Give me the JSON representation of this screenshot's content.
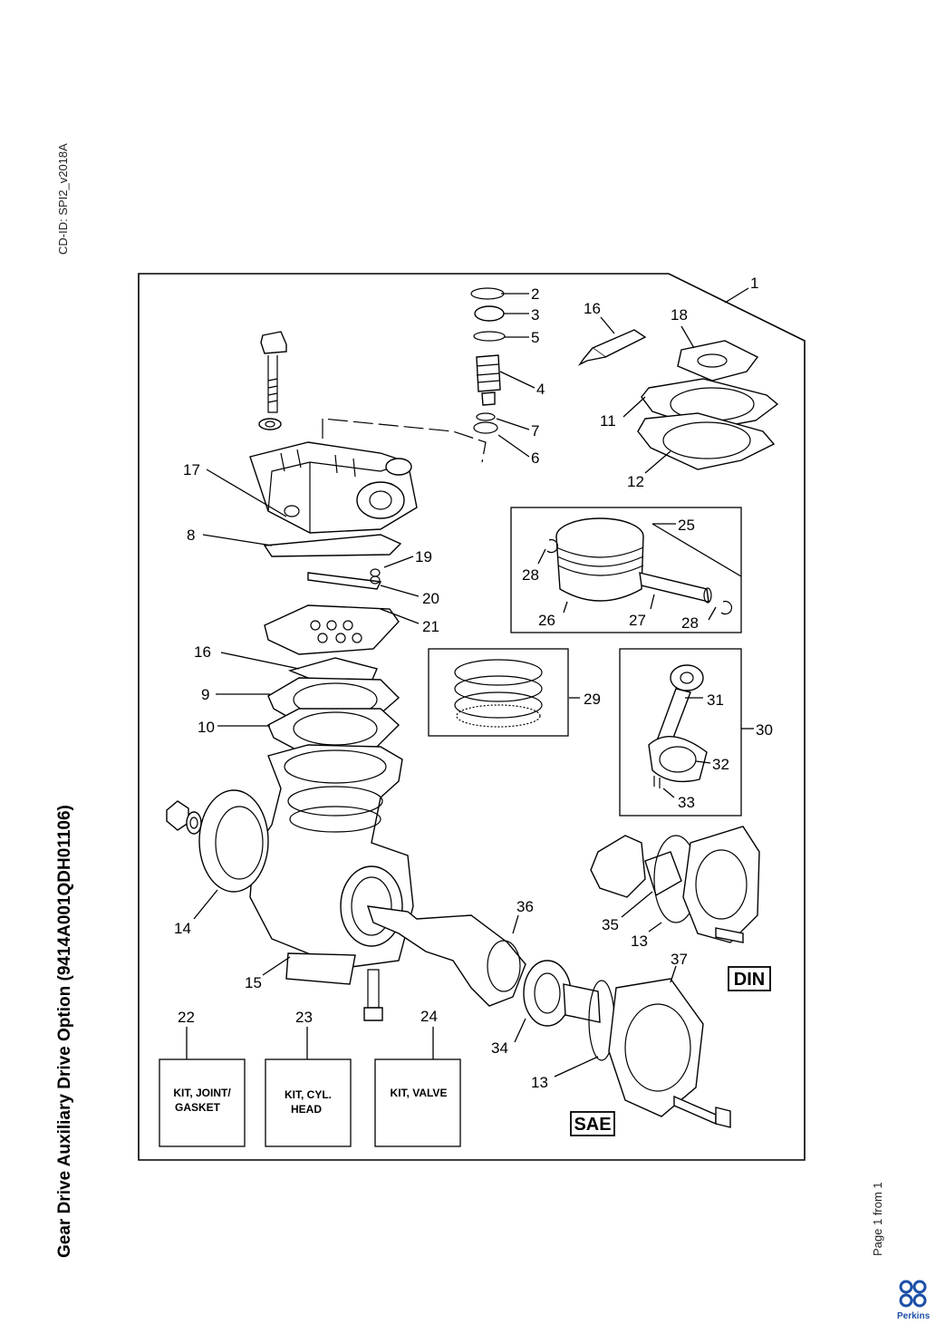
{
  "header": {
    "cd_id": "CD-ID: SPI2_v2018A"
  },
  "document": {
    "title": "Gear Drive Auxiliary Drive Option (9414A001QDH01106)"
  },
  "footer": {
    "page": "Page 1 from 1",
    "brand": "Perkins"
  },
  "diagram": {
    "callouts": [
      "1",
      "2",
      "3",
      "5",
      "4",
      "7",
      "6",
      "16",
      "18",
      "11",
      "12",
      "17",
      "8",
      "19",
      "20",
      "21",
      "25",
      "28",
      "26",
      "27",
      "28",
      "16",
      "9",
      "10",
      "29",
      "31",
      "30",
      "32",
      "33",
      "14",
      "15",
      "36",
      "35",
      "13",
      "37",
      "34",
      "13",
      "22",
      "23",
      "24"
    ],
    "kits": [
      {
        "number": "22",
        "line1": "KIT, JOINT/",
        "line2": "GASKET"
      },
      {
        "number": "23",
        "line1": "KIT, CYL.",
        "line2": "HEAD"
      },
      {
        "number": "24",
        "line1": "KIT, VALVE",
        "line2": ""
      }
    ],
    "variants": {
      "din": "DIN",
      "sae": "SAE"
    }
  }
}
